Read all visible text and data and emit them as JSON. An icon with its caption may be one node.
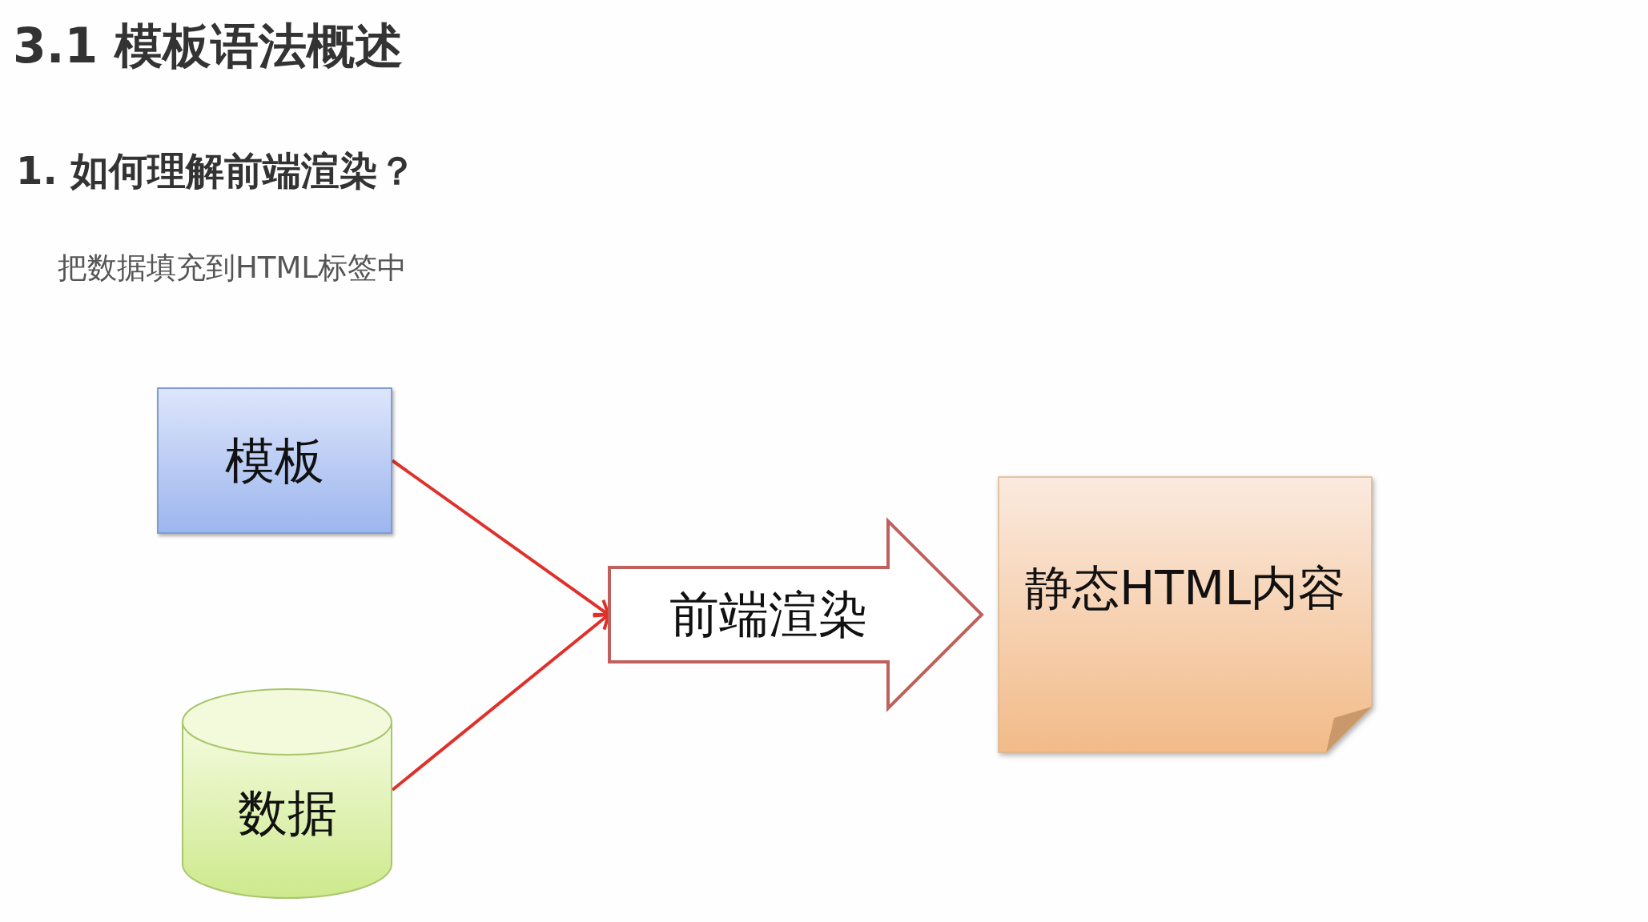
{
  "diagram": {
    "title": "3.1 模板语法概述",
    "nodes": [
      {
        "text": [
          "模板"
        ]
      },
      {
        "text": [
          "数据"
        ]
      },
      {
        "text": [
          "前端渲染"
        ]
      },
      {
        "text": [
          "静态HTML内容"
        ]
      }
    ],
    "edges": [
      {
        "from": 0,
        "to": 2,
        "arrow": "to"
      },
      {
        "from": 1,
        "to": 2,
        "arrow": "to"
      }
    ],
    "labels": [
      "1. 如何理解前端渲染？",
      "把数据填充到HTML标签中"
    ]
  }
}
